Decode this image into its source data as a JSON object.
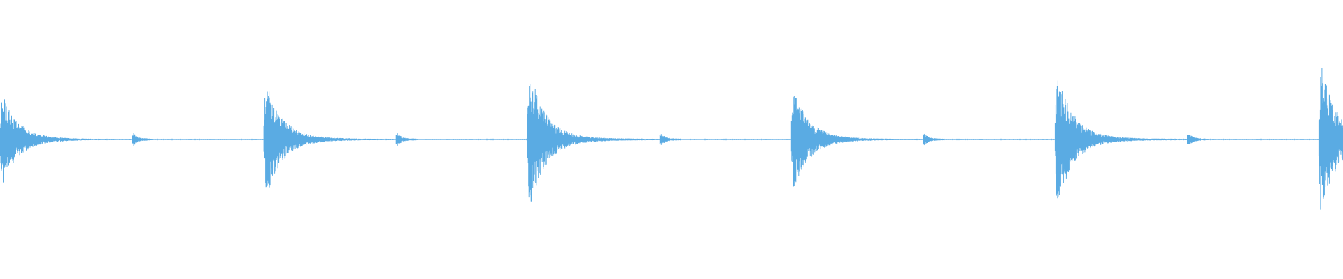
{
  "waveform": {
    "color": "#5aabe3",
    "background": "#ffffff",
    "onset_count": 6,
    "onset_period_fraction": 0.1964,
    "first_onset_fraction": 0.0,
    "peak_amplitudes": [
      0.18,
      0.23,
      0.27,
      0.2,
      0.26,
      0.29
    ],
    "secondary_transient_offset_fraction": 0.0985,
    "secondary_transient_amplitude": 0.02,
    "residual_line_amplitude": 0.002
  }
}
